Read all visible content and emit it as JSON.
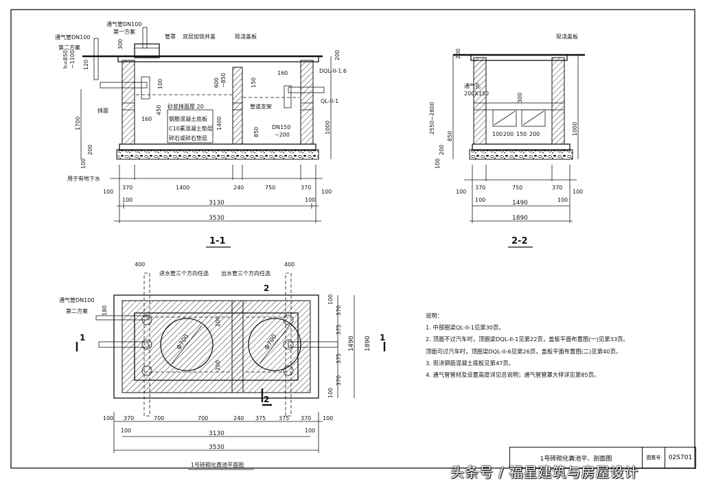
{
  "section_1_1": {
    "title": "1-1",
    "labels": {
      "vent_dn100_a": "通气管DN100",
      "scheme_1": "第一方案",
      "vent_dn100_b": "通气管DN100",
      "scheme_2": "第二方案",
      "pipe_cover": "管罩",
      "double_lid": "双层加锁井盖",
      "cast_slab": "现浇盖板",
      "beam_dql": "DQL-II-1.6",
      "beam_ql": "QL-II-1",
      "plaster": "抹面",
      "mortar": "砂浆抹面厚 20",
      "rc_slab": "钢筋混凝土底板",
      "c10": "C10素混凝土垫层",
      "gravel": "碎石或碎石垫层",
      "support": "管道支架",
      "dn150": "DN150",
      "dn150_200": "~200",
      "groundwater": "用于有地下水",
      "h_label": "h=850",
      "h_label2": "~1100"
    },
    "dims": {
      "d300": "300",
      "d120": "120",
      "d200": "200",
      "d100a": "100",
      "d160a": "160",
      "d160b": "160",
      "d600": "600",
      "d850a": "~850",
      "d150": "150",
      "d450": "450",
      "d1700": "1700",
      "d1400v": "1400",
      "d850": "850",
      "d1000": "1000",
      "d200b": "200",
      "d100b": "100",
      "b100l": "100",
      "b370a": "370",
      "b1400": "1400",
      "b240": "240",
      "b750": "750",
      "b370b": "370",
      "b100r": "100",
      "b100l2": "100",
      "b100r2": "100",
      "b3130": "3130",
      "b3530": "3530"
    }
  },
  "section_2_2": {
    "title": "2-2",
    "labels": {
      "cast_slab": "现浇盖板",
      "vent_hole": "通气孔",
      "vent_size": "200X150"
    },
    "dims": {
      "d200": "200",
      "d2550": "2550~2800",
      "d850": "850",
      "d200b": "200",
      "d100": "100",
      "d1000": "1000",
      "d300": "300",
      "d100c": "100",
      "d200c": "200",
      "d150c": "150",
      "d200d": "200",
      "b100l": "100",
      "b370a": "370",
      "b750": "750",
      "b370b": "370",
      "b100r": "100",
      "b100l2": "100",
      "b100r2": "100",
      "b1490": "1490",
      "b1890": "1890"
    }
  },
  "plan": {
    "title": "1号砖砌化粪池平面图",
    "labels": {
      "inlet": "进水管三个方向任选",
      "outlet": "出水管三个方向任选",
      "vent": "通气管DN100",
      "scheme_2": "第二方案",
      "d180": "180",
      "phi_a": "Φ700",
      "phi_b": "Φ700",
      "cut1_l": "1",
      "cut1_r": "1",
      "cut2_t": "2",
      "cut2_b": "2"
    },
    "dims": {
      "t400a": "400",
      "t400b": "400",
      "d200a": "200",
      "d200b": "200",
      "r370a": "370",
      "r375a": "375",
      "r375b": "375",
      "r370b": "370",
      "r100a": "100",
      "r100b": "100",
      "r1490": "1490",
      "r1890": "1890",
      "b100l": "100",
      "b370a": "370",
      "b700a": "700",
      "b700b": "700",
      "b240": "240",
      "b375a": "375",
      "b375b": "375",
      "b370b": "370",
      "b100r": "100",
      "b100l2": "100",
      "b100r2": "100",
      "b3130": "3130",
      "b3530": "3530"
    }
  },
  "notes": {
    "title": "说明：",
    "items": [
      "1. 中部圈梁QL-II-1见第30页。",
      "2. 顶面不过汽车时，顶圈梁DQL-II-1见第22页，盖板平面布置图(一)见第33页。",
      "   顶面可过汽车时，顶圈梁DQL-II-6见第26页，盖板平面布置图(二)见第40页。",
      "3. 现浇钢筋混凝土底板见第47页。",
      "4. 通气管管材及设置高度详见总说明；通气管管罩大样详见第85页。"
    ]
  },
  "title_block": {
    "title": "1号砖砌化粪池平、剖面图",
    "label": "图集号",
    "code": "02S701"
  },
  "watermark": "头条号 / 福星建筑与房屋设计"
}
